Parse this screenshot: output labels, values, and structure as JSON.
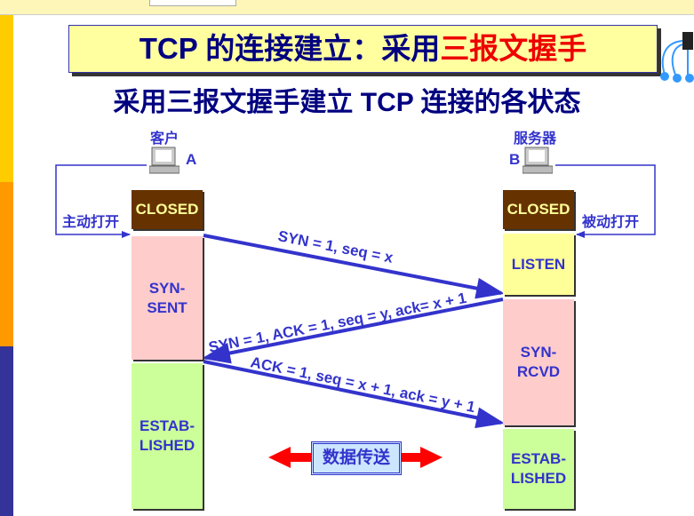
{
  "title": {
    "part1": "TCP 的连接建立：采用",
    "part2": "三报文握手"
  },
  "subtitle": "采用三报文握手建立 TCP 连接的各状态",
  "client": {
    "name": "客户",
    "id": "A",
    "action": "主动打开",
    "states": [
      "CLOSED",
      "SYN-\nSENT",
      "ESTAB-\nLISHED"
    ]
  },
  "server": {
    "name": "服务器",
    "id": "B",
    "action": "被动打开",
    "states": [
      "CLOSED",
      "LISTEN",
      "SYN-\nRCVD",
      "ESTAB-\nLISHED"
    ]
  },
  "messages": [
    "SYN = 1, seq = x",
    "SYN = 1, ACK = 1, seq = y, ack= x + 1",
    "ACK = 1, seq = x + 1, ack = y + 1"
  ],
  "data_transfer": "数据传送",
  "colors": {
    "arrow": "#3333cc",
    "data_arrow": "#ff0000"
  }
}
